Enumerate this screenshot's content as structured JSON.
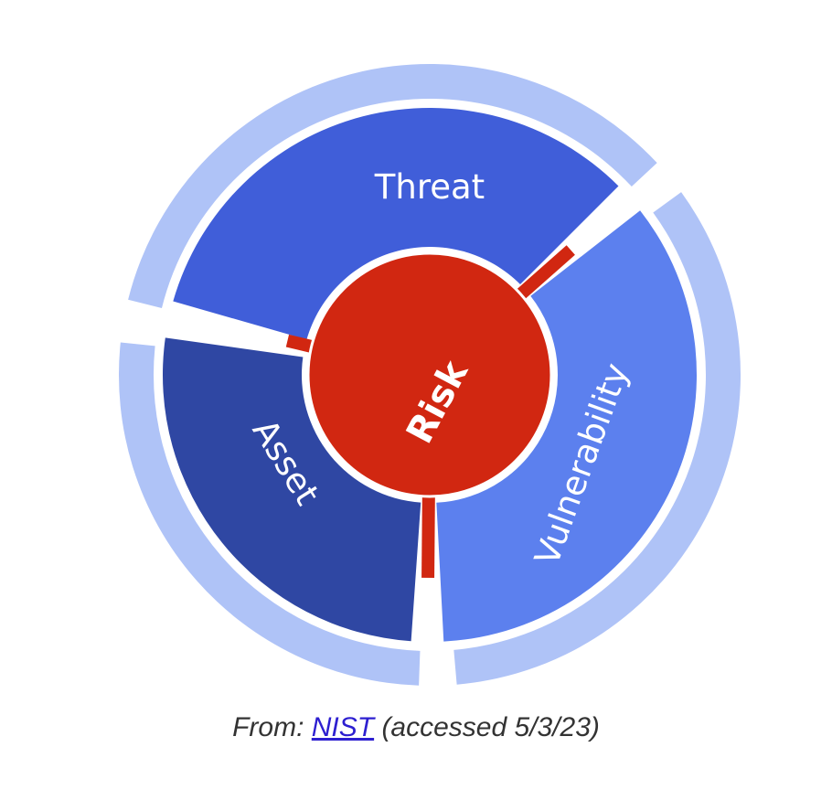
{
  "diagram": {
    "center": "Risk",
    "segments": [
      {
        "key": "threat",
        "label": "Threat",
        "color": "#405ed9"
      },
      {
        "key": "vulnerability",
        "label": "Vulnerability",
        "color": "#5c80ee"
      },
      {
        "key": "asset",
        "label": "Asset",
        "color": "#2f47a3"
      }
    ],
    "colors": {
      "outer_ring": "#afc3f7",
      "risk": "#d12711",
      "connector": "#d12711",
      "background": "#ffffff"
    }
  },
  "caption": {
    "prefix": "From: ",
    "link_text": "NIST",
    "suffix": " (accessed 5/3/23)"
  }
}
